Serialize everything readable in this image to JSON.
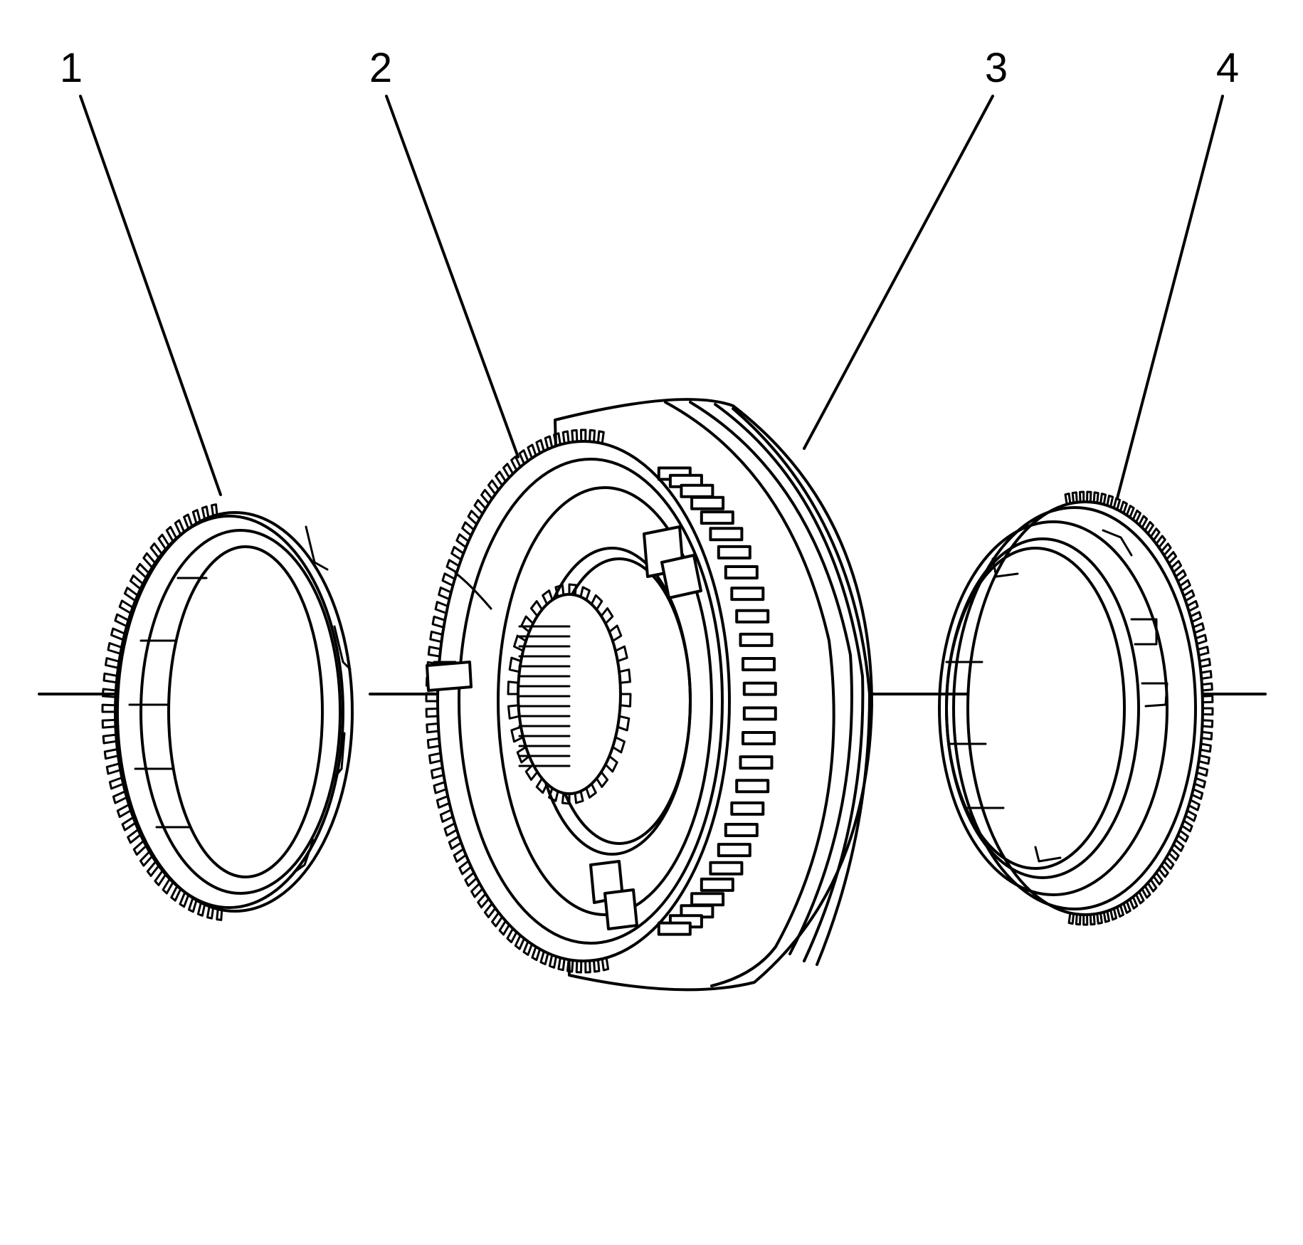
{
  "callouts": [
    {
      "number": "1"
    },
    {
      "number": "2"
    },
    {
      "number": "3"
    },
    {
      "number": "4"
    }
  ],
  "colors": {
    "line": "#000000",
    "background": "#ffffff"
  }
}
